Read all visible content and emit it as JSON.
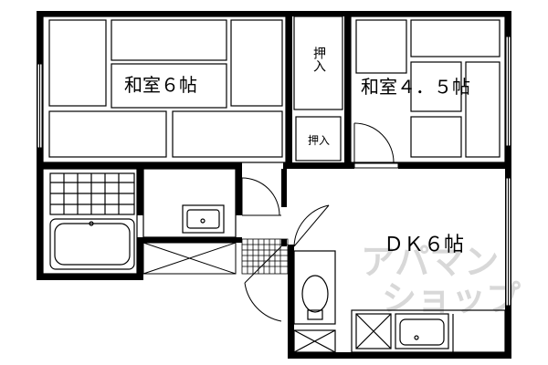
{
  "rooms": {
    "washitsu_6": "和室６帖",
    "washitsu_45": "和室４．５帖",
    "dk_6": "ＤＫ６帖",
    "oshiire_tall": "押入",
    "oshiire_small": "押入"
  },
  "watermark": {
    "line1": "アパマン",
    "line2": "ショップ"
  },
  "colors": {
    "wall": "#000000",
    "line": "#000000",
    "background": "#ffffff",
    "watermark": "#d8d8d8"
  }
}
